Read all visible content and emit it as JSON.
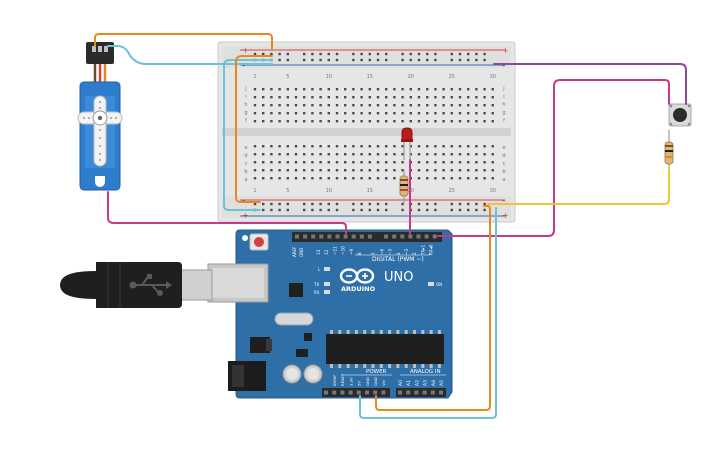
{
  "breadboard": {
    "top_numbers": [
      "1",
      "",
      "",
      "",
      "5",
      "",
      "",
      "",
      "",
      "10",
      "",
      "",
      "",
      "",
      "15",
      "",
      "",
      "",
      "",
      "20",
      "",
      "",
      "",
      "",
      "25",
      "",
      "",
      "",
      "",
      "30"
    ],
    "row_letters_top": [
      "j",
      "i",
      "h",
      "g",
      "f"
    ],
    "row_letters_bottom": [
      "e",
      "d",
      "c",
      "b",
      "a"
    ],
    "rail_plus": "+",
    "rail_minus": "-"
  },
  "arduino": {
    "brand": "ARDUINO",
    "model": "UNO",
    "digital_label": "DIGITAL (PWM ~)",
    "power_label": "POWER",
    "analog_label": "ANALOG IN",
    "on_label": "ON",
    "l_label": "L",
    "tx_label": "TX",
    "rx_label": "RX",
    "aref_label": "AREF",
    "gnd_label": "GND",
    "digital_pins": [
      "13",
      "12",
      "~11",
      "~10",
      "~9",
      "8",
      "7",
      "~6",
      "~5",
      "4",
      "~3",
      "2",
      "TX▸1",
      "RX◂0"
    ],
    "power_pins": [
      "IOREF",
      "RESET",
      "3.3V",
      "5V",
      "GND",
      "GND",
      "Vin"
    ],
    "analog_pins": [
      "A0",
      "A1",
      "A2",
      "A3",
      "A4",
      "A5"
    ]
  },
  "colors": {
    "board_blue": "#2f6fa8",
    "breadboard": "#e8e8e8",
    "wire_orange": "#e8891f",
    "wire_cyan": "#6cc3d5",
    "wire_magenta": "#c43a8a",
    "wire_purple": "#8a4a9c",
    "wire_yellow": "#f2c530",
    "servo_blue": "#2f7ccc",
    "led_red": "#b81d1d"
  }
}
